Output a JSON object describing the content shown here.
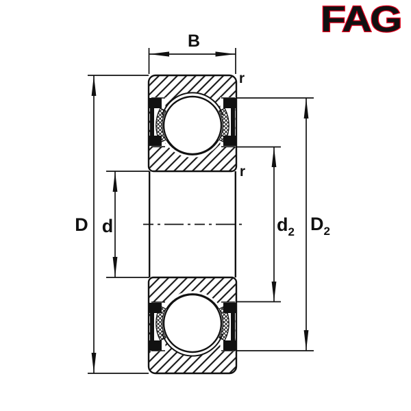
{
  "logo": {
    "text": "FAG",
    "color": "#E2001C"
  },
  "drawing": {
    "line_color": "#111111",
    "background_color": "#FFFFFF",
    "dimension_labels": {
      "width": "B",
      "outer_diameter": "D",
      "bore_diameter": "d",
      "recess_inner": {
        "base": "d",
        "subscript": "2"
      },
      "recess_outer": {
        "base": "D",
        "subscript": "2"
      },
      "corner_radius_outer": "r",
      "corner_radius_inner": "r"
    }
  }
}
